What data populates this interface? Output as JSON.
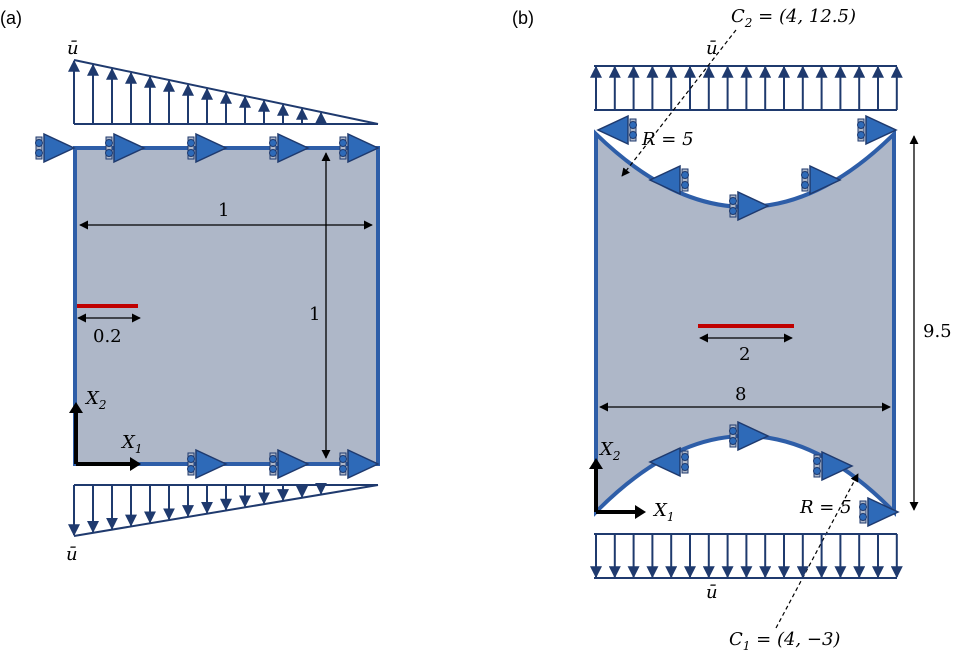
{
  "colors": {
    "plate_fill": "#aeb7c8",
    "plate_edge": "#2e5ea8",
    "arrow_navy": "#1f3a6e",
    "support_blue": "#2e6ab8",
    "crack_red": "#c00000",
    "dim_black": "#000000"
  },
  "panel_a": {
    "label": "(a)",
    "load_label": "ū",
    "load_label_bottom": "ū",
    "width_dim": "1",
    "height_dim": "1",
    "crack_dim": "0.2",
    "axis_x1": "X",
    "axis_x1_sub": "1",
    "axis_x2": "X",
    "axis_x2_sub": "2"
  },
  "panel_b": {
    "label": "(b)",
    "load_label_top": "ū",
    "load_label_bottom": "ū",
    "c2_label": "C",
    "c2_sub": "2",
    "c2_value": " = (4, 12.5)",
    "c1_label": "C",
    "c1_sub": "1",
    "c1_value": " = (4, −3)",
    "radius_top": "R = 5",
    "radius_bottom": "R = 5",
    "height_dim": "9.5",
    "width_dim": "8",
    "crack_dim": "2",
    "axis_x1": "X",
    "axis_x1_sub": "1",
    "axis_x2": "X",
    "axis_x2_sub": "2"
  }
}
